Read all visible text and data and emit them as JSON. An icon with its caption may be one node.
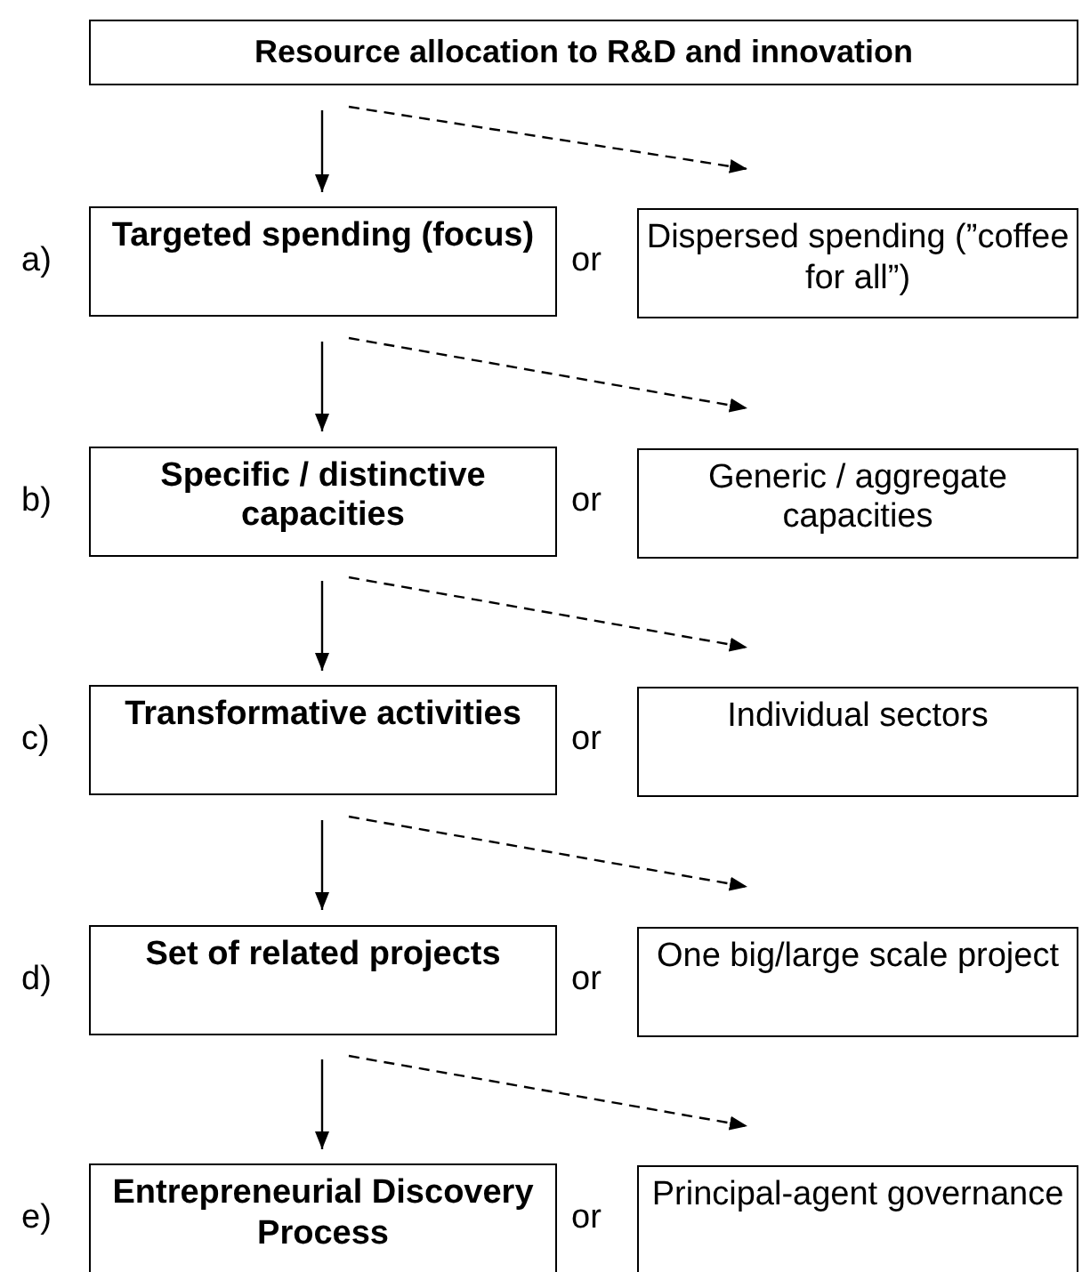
{
  "diagram": {
    "nodes": [
      {
        "text": [
          "Resource allocation to R&D and innovation"
        ]
      },
      {
        "text": [
          "Targeted spending (focus)"
        ]
      },
      {
        "text": [
          "Dispersed spending (”coffee for all”)"
        ]
      },
      {
        "text": [
          "Specific / distinctive capacities"
        ]
      },
      {
        "text": [
          "Generic / aggregate capacities"
        ]
      },
      {
        "text": [
          "Transformative activities"
        ]
      },
      {
        "text": [
          "Individual sectors"
        ]
      },
      {
        "text": [
          "Set of related projects"
        ]
      },
      {
        "text": [
          "One big/large scale project"
        ]
      },
      {
        "text": [
          "Entrepreneurial Discovery Process"
        ]
      },
      {
        "text": [
          "Principal-agent governance"
        ]
      }
    ],
    "edges": [
      {
        "from": 0,
        "to": 1,
        "arrow": "to"
      },
      {
        "from": 0,
        "to": 2,
        "arrow": "to",
        "style": "dashed"
      },
      {
        "from": 1,
        "to": 3,
        "arrow": "to"
      },
      {
        "from": 1,
        "to": 4,
        "arrow": "to",
        "style": "dashed"
      },
      {
        "from": 3,
        "to": 5,
        "arrow": "to"
      },
      {
        "from": 3,
        "to": 6,
        "arrow": "to",
        "style": "dashed"
      },
      {
        "from": 5,
        "to": 7,
        "arrow": "to"
      },
      {
        "from": 5,
        "to": 8,
        "arrow": "to",
        "style": "dashed"
      },
      {
        "from": 7,
        "to": 9,
        "arrow": "to"
      },
      {
        "from": 7,
        "to": 10,
        "arrow": "to",
        "style": "dashed"
      }
    ],
    "labels": [
      "a)",
      "or",
      "b)",
      "or",
      "c)",
      "or",
      "d)",
      "or",
      "e)",
      "or"
    ]
  }
}
